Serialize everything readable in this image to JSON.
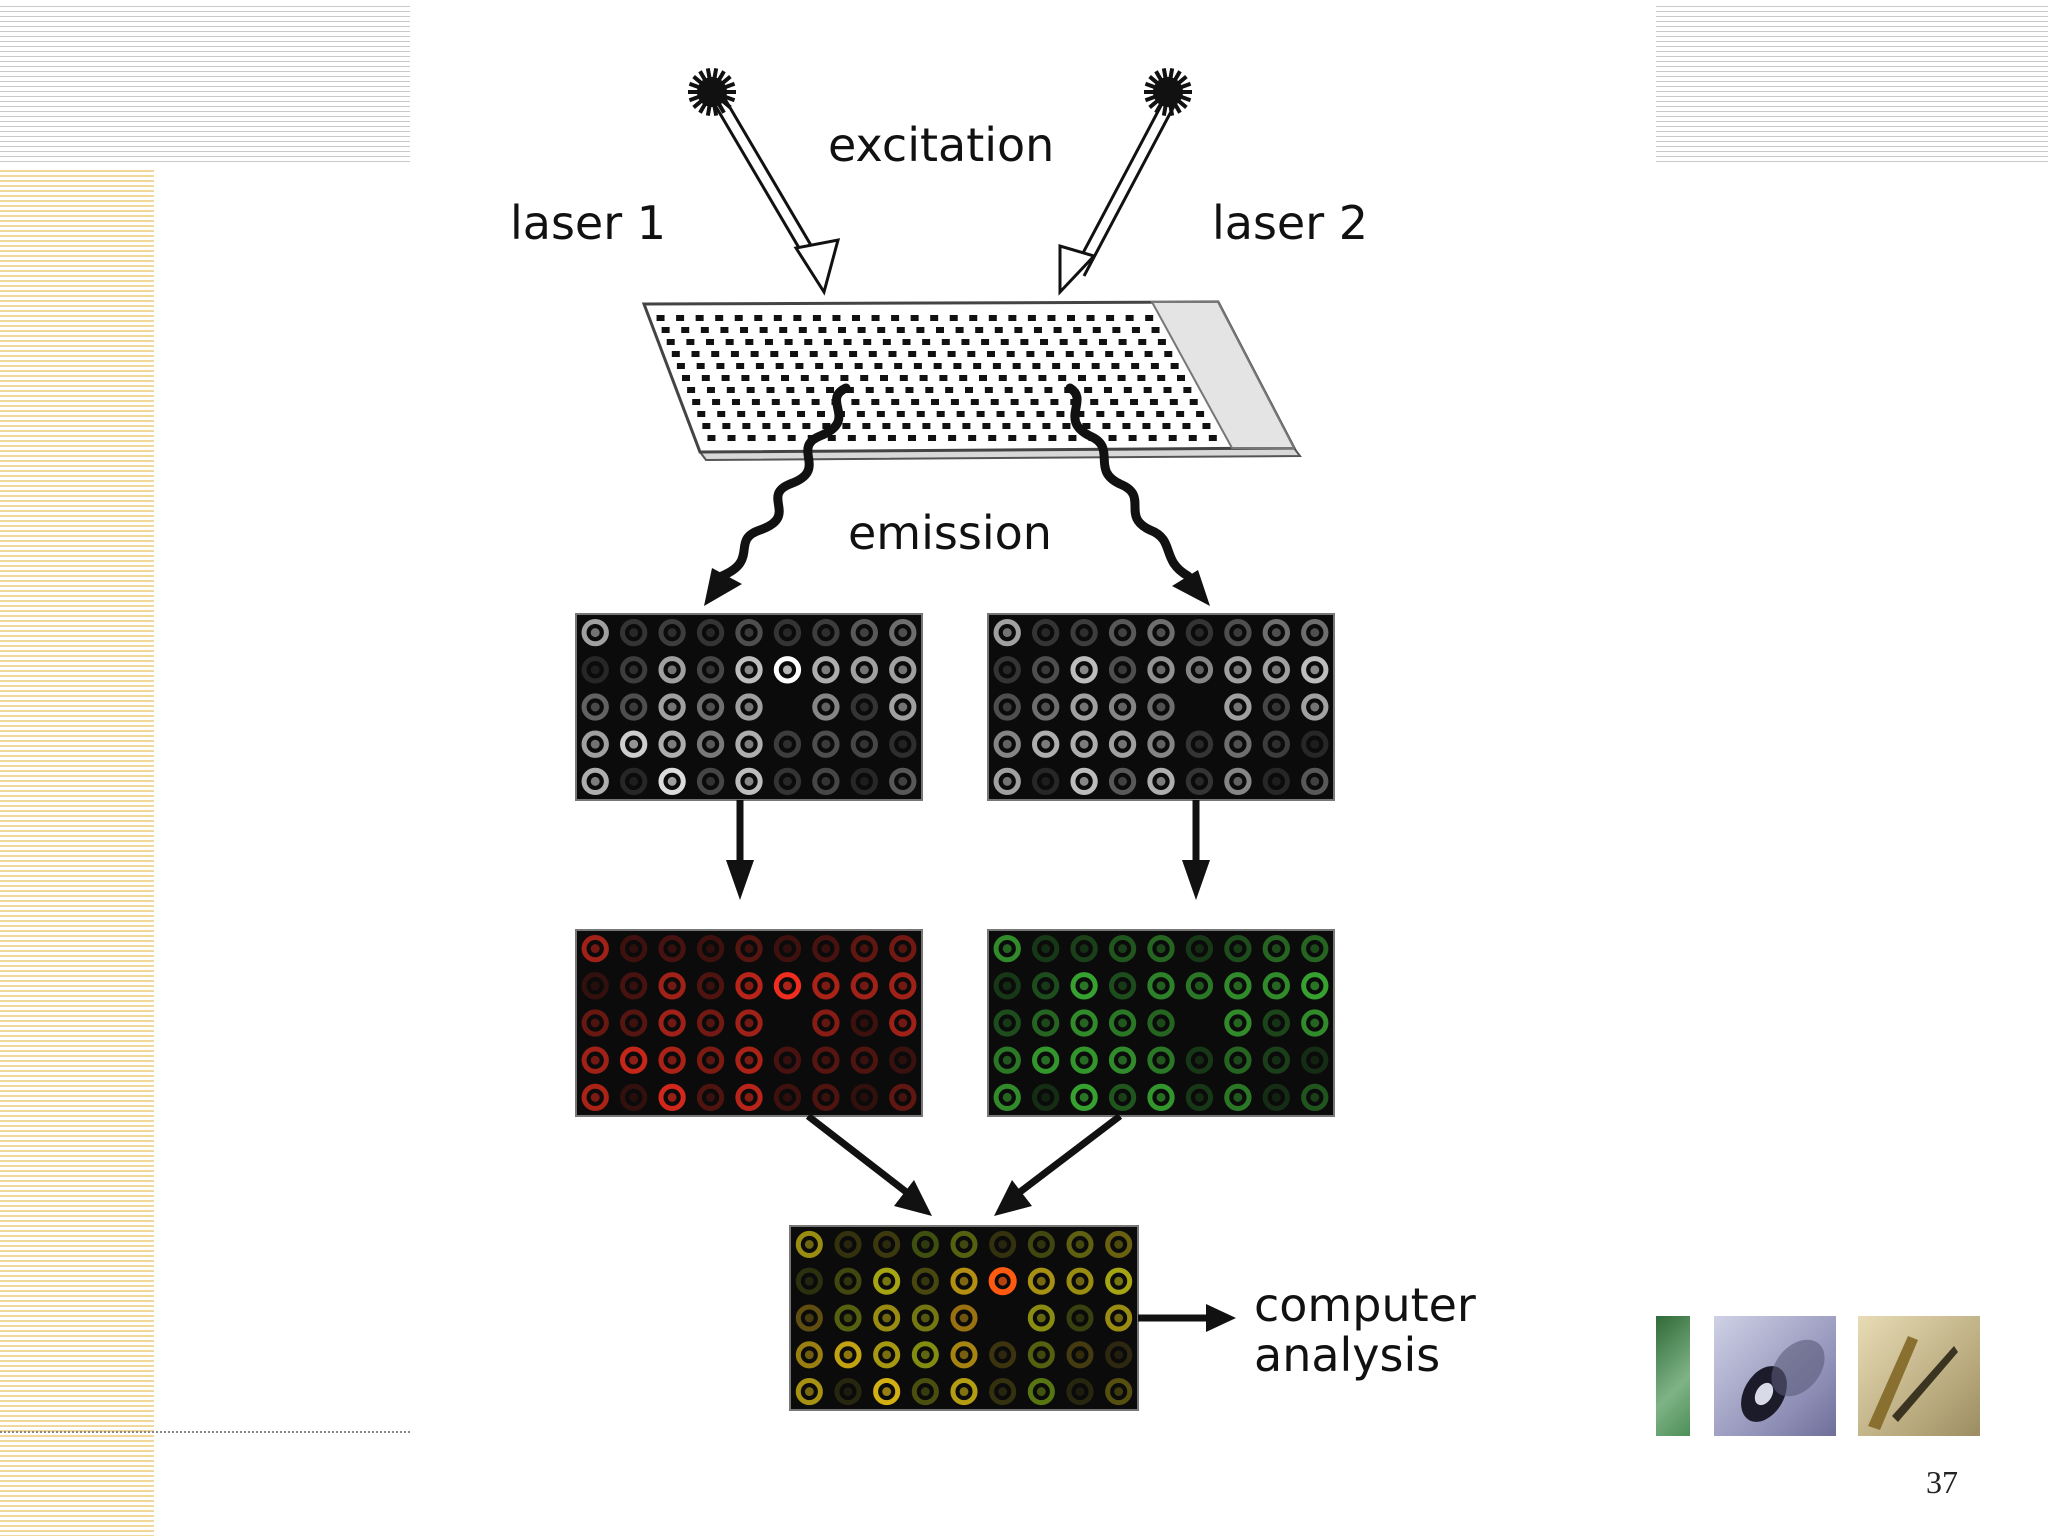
{
  "labels": {
    "excitation": "excitation",
    "laser1": "laser 1",
    "laser2": "laser 2",
    "emission": "emission",
    "computer": "computer",
    "analysis": "analysis"
  },
  "page_number": "37",
  "colors": {
    "stripe_gray": "#c9c9c9",
    "stripe_gold": "#f1d79a",
    "panel_bg": "#0b0b0b",
    "white_spot": "#e8e8e8",
    "red_spot": "#e0261a",
    "green_spot": "#3cc43a",
    "merge_yellow": "#c9c51e",
    "merge_orange": "#ff5a10"
  },
  "icons": [
    "sun-burst-icon",
    "arrow-icon",
    "wavy-arrow-icon",
    "disc-photo-icon",
    "pen-photo-icon"
  ]
}
